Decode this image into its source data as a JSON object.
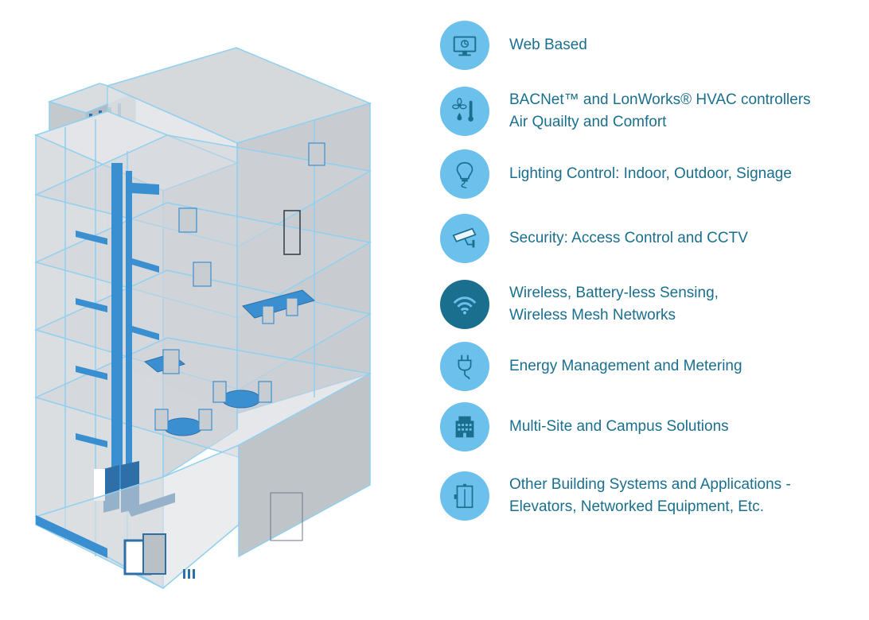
{
  "features": [
    {
      "icon": "monitor-icon",
      "lines": [
        "Web Based"
      ]
    },
    {
      "icon": "fan-thermometer-icon",
      "lines": [
        "BACNet™ and LonWorks® HVAC controllers",
        "Air Quailty and Comfort"
      ]
    },
    {
      "icon": "lightbulb-icon",
      "lines": [
        "Lighting Control: Indoor, Outdoor, Signage"
      ]
    },
    {
      "icon": "security-camera-icon",
      "lines": [
        "Security: Access Control and CCTV"
      ]
    },
    {
      "icon": "wifi-icon",
      "lines": [
        "Wireless, Battery-less Sensing,",
        "Wireless Mesh Networks"
      ]
    },
    {
      "icon": "plug-icon",
      "lines": [
        "Energy Management and Metering"
      ]
    },
    {
      "icon": "office-building-icon",
      "lines": [
        "Multi-Site and Campus Solutions"
      ]
    },
    {
      "icon": "elevator-icon",
      "lines": [
        "Other Building Systems and Applications -",
        "Elevators, Networked Equipment, Etc."
      ]
    }
  ],
  "colors": {
    "icon_bg": "#6cc0ec",
    "text": "#1a6f8e",
    "accent_blue": "#3a8fd0",
    "glass_edge": "#8fd0f0"
  }
}
